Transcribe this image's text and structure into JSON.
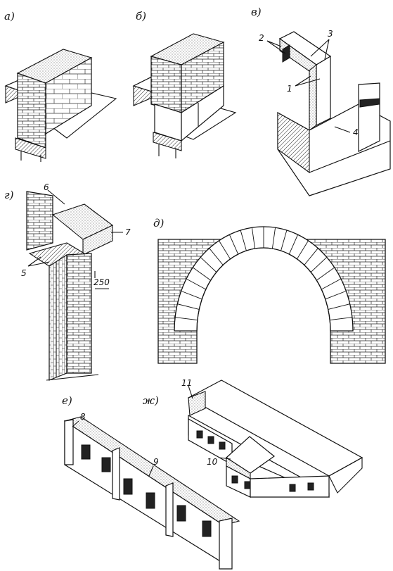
{
  "panels": {
    "a": "а)",
    "b": "б)",
    "v": "в)",
    "g": "г)",
    "d": "д)",
    "e": "е)",
    "zh": "ж)"
  },
  "callouts": {
    "n1": "1",
    "n2": "2",
    "n3": "3",
    "n4": "4",
    "n5": "5",
    "n6": "6",
    "n7": "7",
    "n8": "8",
    "n9": "9",
    "n10": "10",
    "n11": "11"
  },
  "dimension": "250"
}
